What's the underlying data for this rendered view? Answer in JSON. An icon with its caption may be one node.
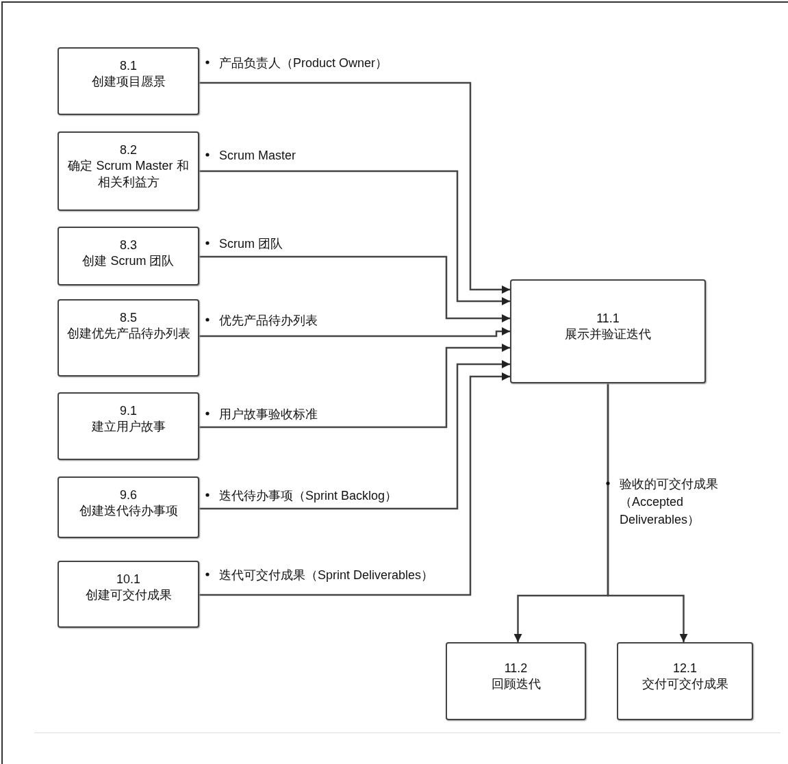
{
  "diagram": {
    "nodes": [
      {
        "text": [
          "8.1",
          "创建项目愿景"
        ]
      },
      {
        "text": [
          "8.2",
          "确定 Scrum Master 和相关利益方"
        ]
      },
      {
        "text": [
          "8.3",
          "创建 Scrum 团队"
        ]
      },
      {
        "text": [
          "8.5",
          "创建优先产品待办列表"
        ]
      },
      {
        "text": [
          "9.1",
          "建立用户故事"
        ]
      },
      {
        "text": [
          "9.6",
          "创建迭代待办事项"
        ]
      },
      {
        "text": [
          "10.1",
          "创建可交付成果"
        ]
      },
      {
        "text": [
          "11.1",
          "展示并验证迭代"
        ]
      },
      {
        "text": [
          "11.2",
          "回顾迭代"
        ]
      },
      {
        "text": [
          "12.1",
          "交付可交付成果"
        ]
      }
    ],
    "edges": [
      {
        "from": 0,
        "to": 7,
        "arrow": "to",
        "label": "产品负责人（Product Owner）"
      },
      {
        "from": 1,
        "to": 7,
        "arrow": "to",
        "label": "Scrum Master"
      },
      {
        "from": 2,
        "to": 7,
        "arrow": "to",
        "label": "Scrum 团队"
      },
      {
        "from": 3,
        "to": 7,
        "arrow": "to",
        "label": "优先产品待办列表"
      },
      {
        "from": 4,
        "to": 7,
        "arrow": "to",
        "label": "用户故事验收标准"
      },
      {
        "from": 5,
        "to": 7,
        "arrow": "to",
        "label": "迭代待办事项（Sprint Backlog）"
      },
      {
        "from": 6,
        "to": 7,
        "arrow": "to",
        "label": "迭代可交付成果（Sprint Deliverables）"
      },
      {
        "from": 7,
        "to": 8,
        "arrow": "to",
        "label": "验收的可交付成果（Accepted Deliverables）"
      },
      {
        "from": 7,
        "to": 9,
        "arrow": "to"
      }
    ]
  }
}
